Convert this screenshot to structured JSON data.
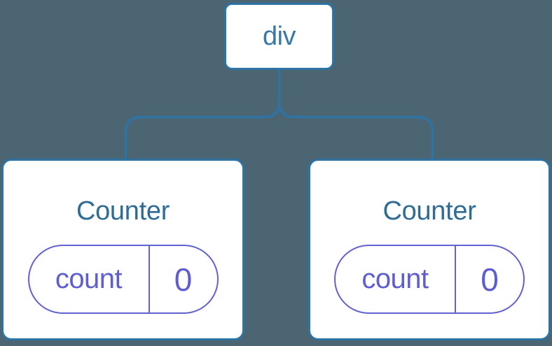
{
  "diagram": {
    "kind": "component-tree",
    "root": {
      "label": "div"
    },
    "children": [
      {
        "title": "Counter",
        "state": {
          "key": "count",
          "value": "0"
        }
      },
      {
        "title": "Counter",
        "state": {
          "key": "count",
          "value": "0"
        }
      }
    ],
    "colors": {
      "background": "#4b6672",
      "node_fill": "#ffffff",
      "node_border": "#2d73a4",
      "root_label": "#3878a8",
      "card_title": "#2e6b95",
      "state_accent": "#6161d2",
      "state_text": "#5e5ed0"
    }
  }
}
